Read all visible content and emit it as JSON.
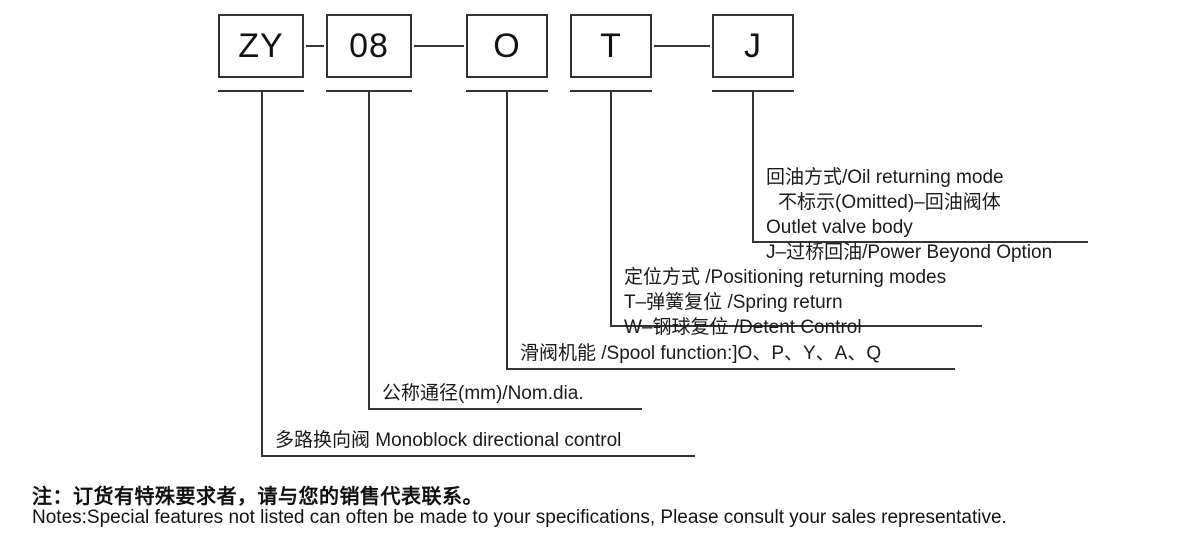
{
  "code": {
    "segments": [
      {
        "key": "series",
        "value": "ZY"
      },
      {
        "key": "nominal_dia",
        "value": "08"
      },
      {
        "key": "spool",
        "value": "O"
      },
      {
        "key": "positioning",
        "value": "T"
      },
      {
        "key": "oil_return",
        "value": "J"
      }
    ]
  },
  "descriptions": {
    "oil_returning": {
      "line1": "回油方式/Oil returning mode",
      "line2": "不标示(Omitted)–回油阀体",
      "line3": "Outlet valve body",
      "line4": "J–过桥回油/Power Beyond Option"
    },
    "positioning": {
      "line1": "定位方式 /Positioning returning modes",
      "line2": "T–弹簧复位 /Spring return",
      "line3": "W–钢球复位 /Detent Control"
    },
    "spool_function": {
      "line1": "滑阀机能 /Spool function:]O、P、Y、A、Q"
    },
    "nominal_diameter": {
      "line1": "公称通径(mm)/Nom.dia."
    },
    "monoblock": {
      "line1": "多路换向阀 Monoblock directional control"
    }
  },
  "notes": {
    "chinese": "注：订货有特殊要求者，请与您的销售代表联系。",
    "english": "Notes:Special features not listed can often be made to your specifications, Please consult your sales representative."
  },
  "colors": {
    "line": "#333333",
    "text": "#1a1a1a"
  }
}
